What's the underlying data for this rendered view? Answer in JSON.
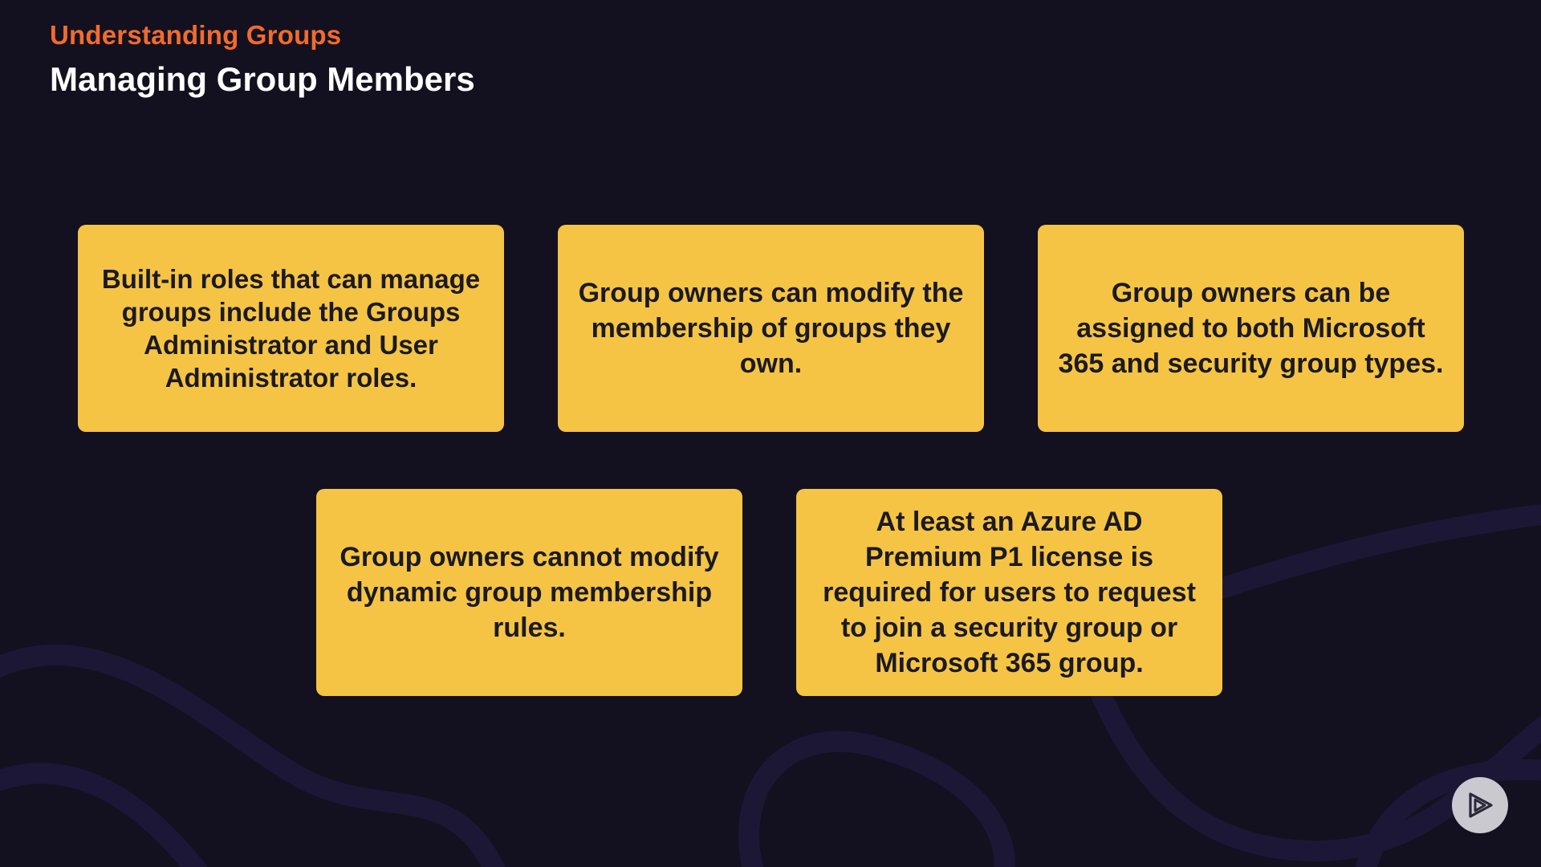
{
  "slide": {
    "eyebrow": "Understanding Groups",
    "title": "Managing Group Members"
  },
  "cards": [
    {
      "text": "Built-in roles that can manage groups include the Groups Administrator and User Administrator roles."
    },
    {
      "text": "Group owners can modify the membership of groups they own."
    },
    {
      "text": "Group owners can be assigned to both Microsoft 365 and security group types."
    },
    {
      "text": "Group owners cannot modify dynamic group membership rules."
    },
    {
      "text": "At least an Azure AD Premium P1 license is required for users to request to join a security group or Microsoft 365 group."
    }
  ],
  "controls": {
    "play_icon": "play-logo-icon"
  },
  "colors": {
    "background": "#13111f",
    "eyebrow": "#f26b2d",
    "title": "#ffffff",
    "card": "#f5c444",
    "card_text": "#1b1a24",
    "swirl": "#221c45"
  }
}
